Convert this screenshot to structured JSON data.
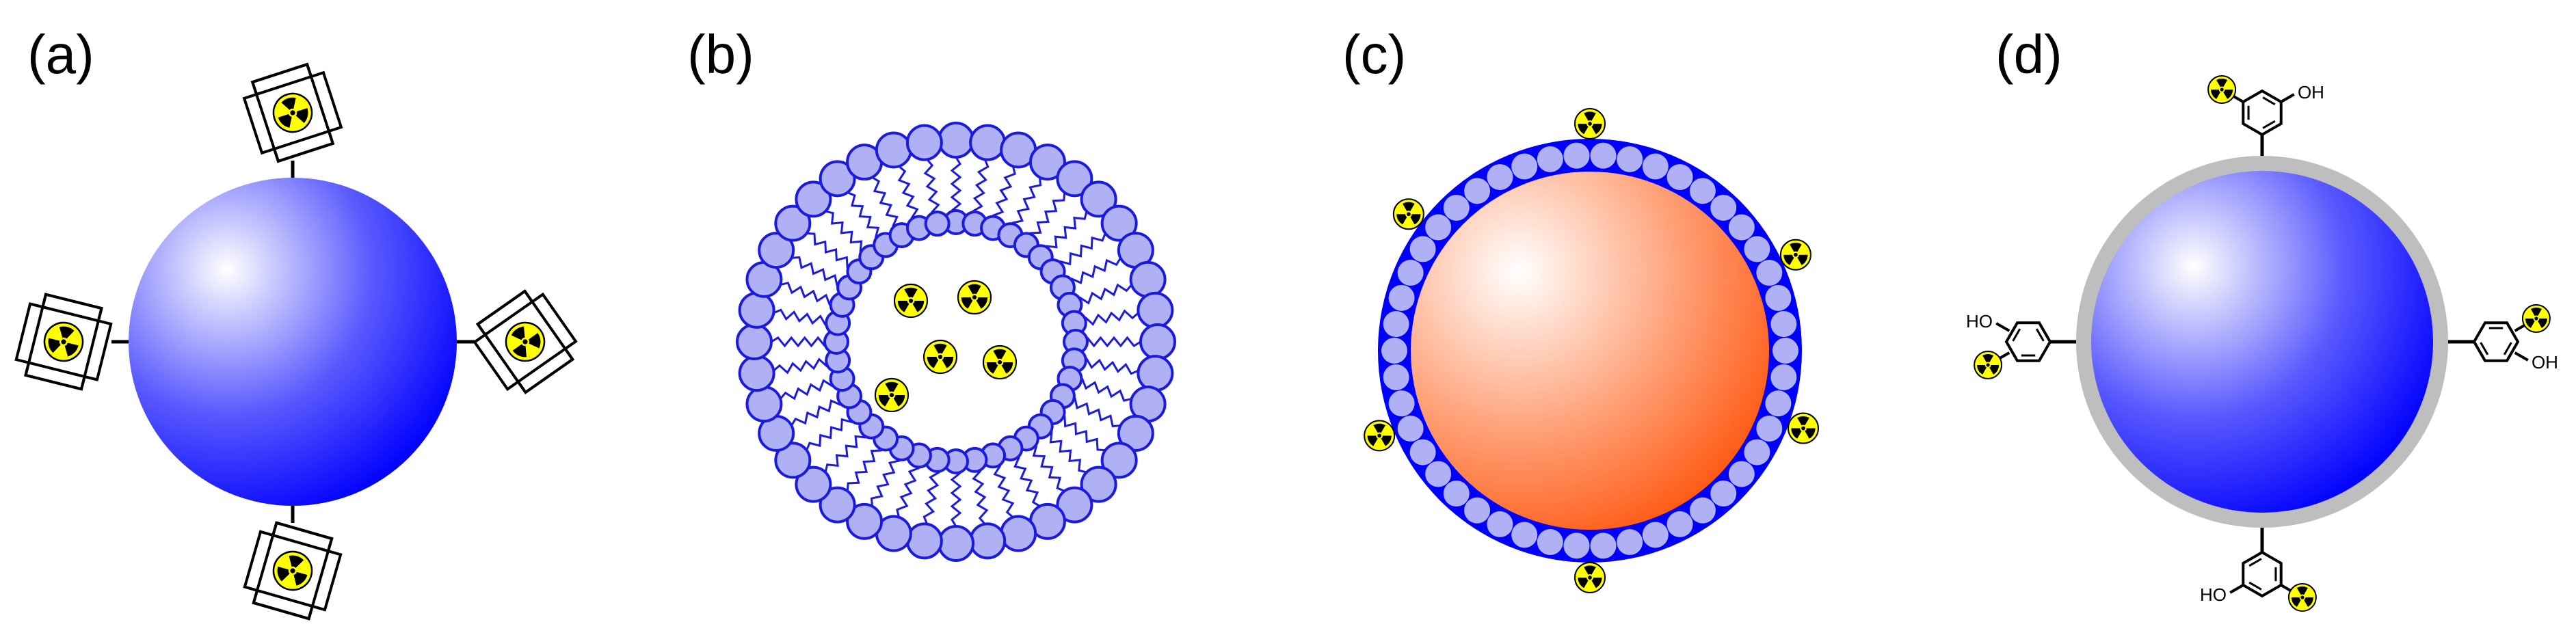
{
  "panels": [
    {
      "id": "a",
      "label": "(a)"
    },
    {
      "id": "b",
      "label": "(b)"
    },
    {
      "id": "c",
      "label": "(c)"
    },
    {
      "id": "d",
      "label": "(d)"
    }
  ],
  "chem": {
    "hydroxyl": "OH",
    "hydroxyl_left": "HO"
  },
  "colors": {
    "core_blue": "#0000ff",
    "lipid_fill": "#b0b0f5",
    "lipid_stroke": "#1a1ae0",
    "core_orange": "#ff5a14",
    "shell_gray": "#bebebe",
    "radiation_yellow": "#ffff00",
    "radiation_black": "#000000"
  },
  "icons": [
    "radiation-icon"
  ]
}
